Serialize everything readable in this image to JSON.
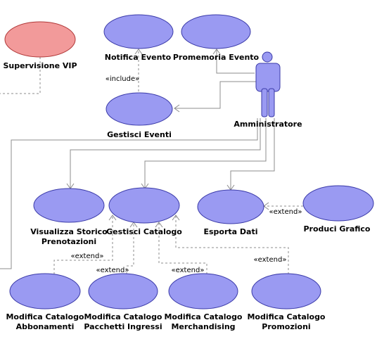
{
  "actor": {
    "name": "Amministratore"
  },
  "use_cases": {
    "supervisione_vip": "Supervisione VIP",
    "notifica_evento": "Notifica Evento",
    "promemoria_evento": "Promemoria Evento",
    "gestisci_eventi": "Gestisci Eventi",
    "visualizza_storico": [
      "Visualizza Storico",
      "Prenotazioni"
    ],
    "gestisci_catalogo": "Gestisci Catalogo",
    "esporta_dati": "Esporta Dati",
    "produci_grafico": "Produci Grafico",
    "modifica_abbonamenti": [
      "Modifica Catalogo",
      "Abbonamenti"
    ],
    "modifica_pacchetti": [
      "Modifica Catalogo",
      "Pacchetti Ingressi"
    ],
    "modifica_merchandising": [
      "Modifica Catalogo",
      "Merchandising"
    ],
    "modifica_promozioni": [
      "Modifica Catalogo",
      "Promozioni"
    ]
  },
  "stereotypes": {
    "include": "«include»",
    "extend": "«extend»"
  },
  "colors": {
    "use_case_fill": "#9a9af2",
    "use_case_stroke": "#3a3aa8",
    "highlight_fill": "#f29a9a",
    "highlight_stroke": "#b03838",
    "connector": "#8c8c8c"
  }
}
